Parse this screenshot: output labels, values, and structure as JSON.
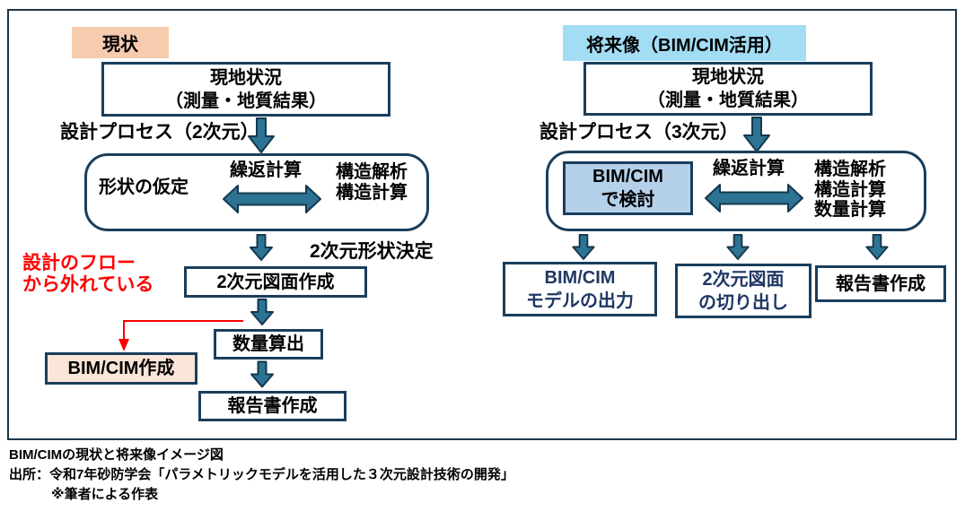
{
  "colors": {
    "frame-border": "#1e3648",
    "box-border": "#1a3e5c",
    "arrow-fill": "#2d7394",
    "arrow-stroke": "#14384e",
    "peach": "#f6cbae",
    "peach-light": "#fbe5d8",
    "sky": "#a2ddf4",
    "lightblue": "#b5d1ea",
    "navy-text": "#1f3864",
    "red": "#ff0000"
  },
  "current": {
    "label": "現状",
    "site_box": "現地状況\n（測量・地質結果）",
    "process_label": "設計プロセス（2次元）",
    "loop": {
      "assume": "形状の仮定",
      "iterate": "繰返計算",
      "analysis": "構造解析\n構造計算"
    },
    "shape_decided": "2次元形状決定",
    "off_flow_note": "設計のフロー\nから外れている",
    "drawing_box": "2次元図面作成",
    "quantity_box": "数量算出",
    "bimcim_box": "BIM/CIM作成",
    "report_box": "報告書作成"
  },
  "future": {
    "label": "将来像（BIM/CIM活用）",
    "site_box": "現地状況\n（測量・地質結果）",
    "process_label": "設計プロセス（3次元）",
    "loop": {
      "bimcim": "BIM/CIM\nで検討",
      "iterate": "繰返計算",
      "analysis": "構造解析\n構造計算\n数量計算"
    },
    "output_box": "BIM/CIM\nモデルの出力",
    "extract_box": "2次元図面\nの切り出し",
    "report_box": "報告書作成"
  },
  "caption": {
    "line1": "BIM/CIMの現状と将来像イメージ図",
    "line2": "出所：令和7年砂防学会「パラメトリックモデルを活用した３次元設計技術の開発」",
    "line3": "※筆者による作表"
  }
}
